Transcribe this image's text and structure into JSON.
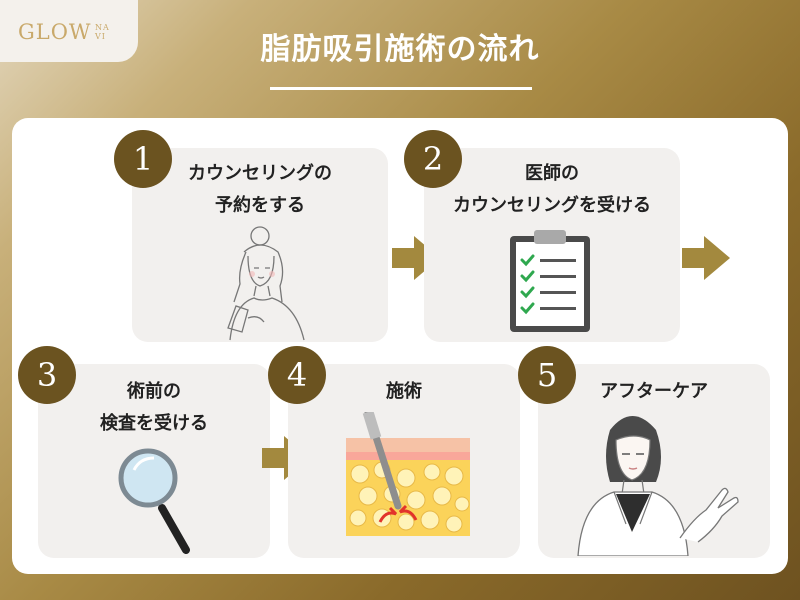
{
  "brand": {
    "logo": "GLOW",
    "logo_sub_1": "NA",
    "logo_sub_2": "VI"
  },
  "header": {
    "title": "脂肪吸引施術の流れ"
  },
  "steps": [
    {
      "number": "1",
      "lines": [
        "カウンセリングの",
        "予約をする"
      ],
      "illustration": "woman-with-smartphone"
    },
    {
      "number": "2",
      "lines": [
        "医師の",
        "カウンセリングを受ける"
      ],
      "illustration": "clipboard-checklist-icon"
    },
    {
      "number": "3",
      "lines": [
        "術前の",
        "検査を受ける"
      ],
      "illustration": "magnifying-glass-icon"
    },
    {
      "number": "4",
      "lines": [
        "施術"
      ],
      "illustration": "cannula-fat-layer"
    },
    {
      "number": "5",
      "lines": [
        "アフターケア"
      ],
      "illustration": "doctor-in-white-coat"
    }
  ],
  "colors": {
    "badge": "#6b5320",
    "arrow": "#a3893e",
    "card": "#f2f0ee",
    "check": "#2fa84f"
  }
}
